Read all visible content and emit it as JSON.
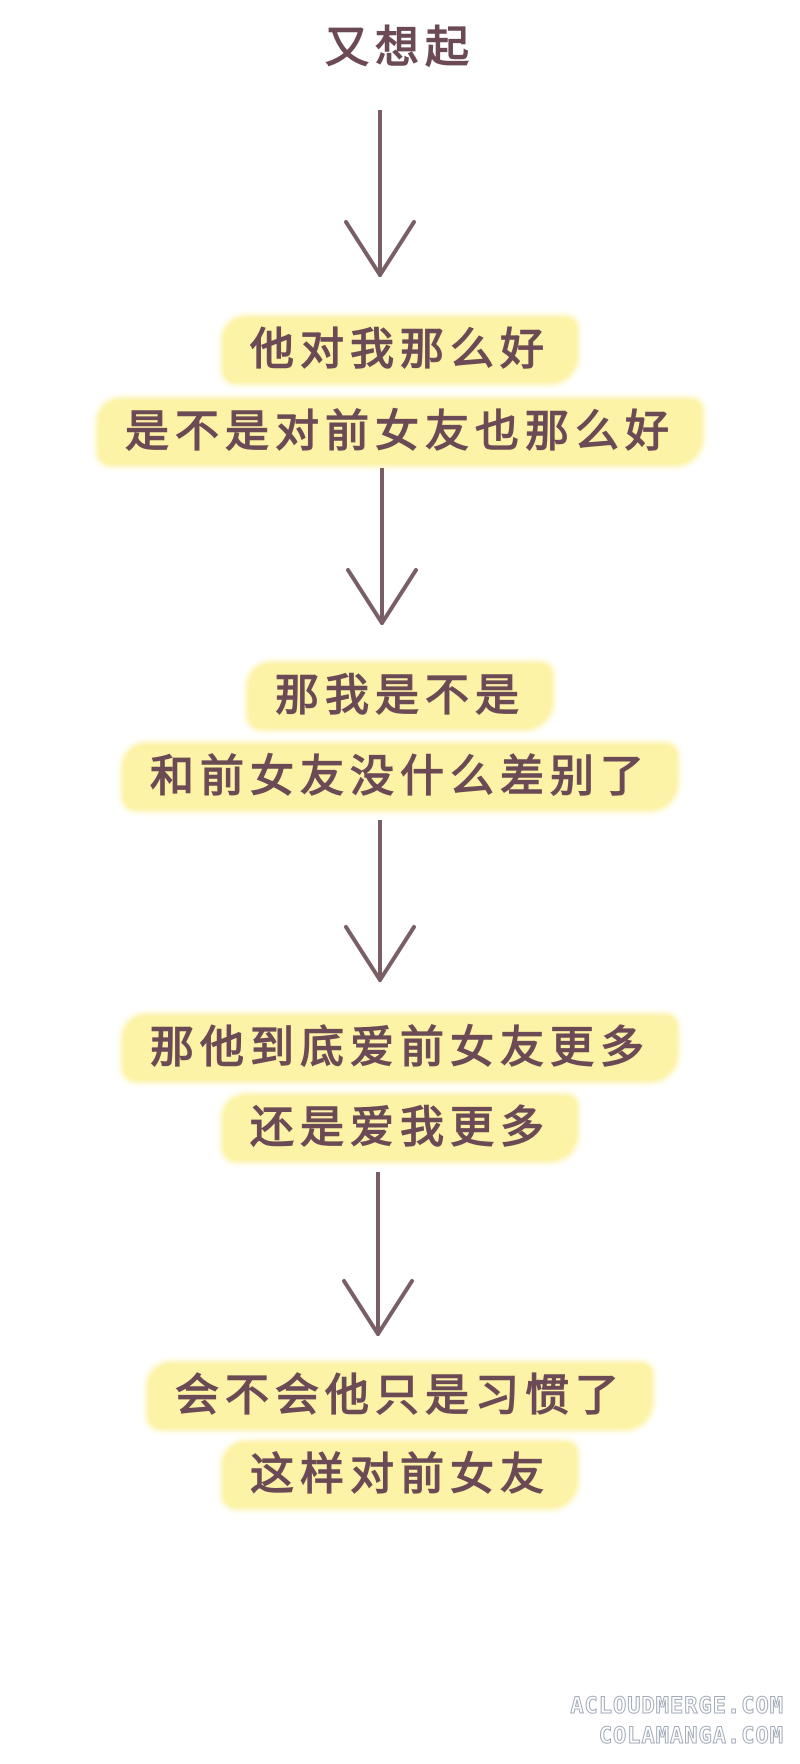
{
  "heading": "又想起",
  "steps": [
    [
      "他对我那么好",
      "是不是对前女友也那么好"
    ],
    [
      "那我是不是",
      "和前女友没什么差别了"
    ],
    [
      "那他到底爱前女友更多",
      "还是爱我更多"
    ],
    [
      "会不会他只是习惯了",
      "这样对前女友"
    ]
  ],
  "watermarks": [
    "ACLOUDMERGE.COM",
    "COLAMANGA.COM"
  ],
  "colors": {
    "text": "#6b4a55",
    "highlight": "#fcf3a6",
    "arrow": "#7a5e66"
  }
}
